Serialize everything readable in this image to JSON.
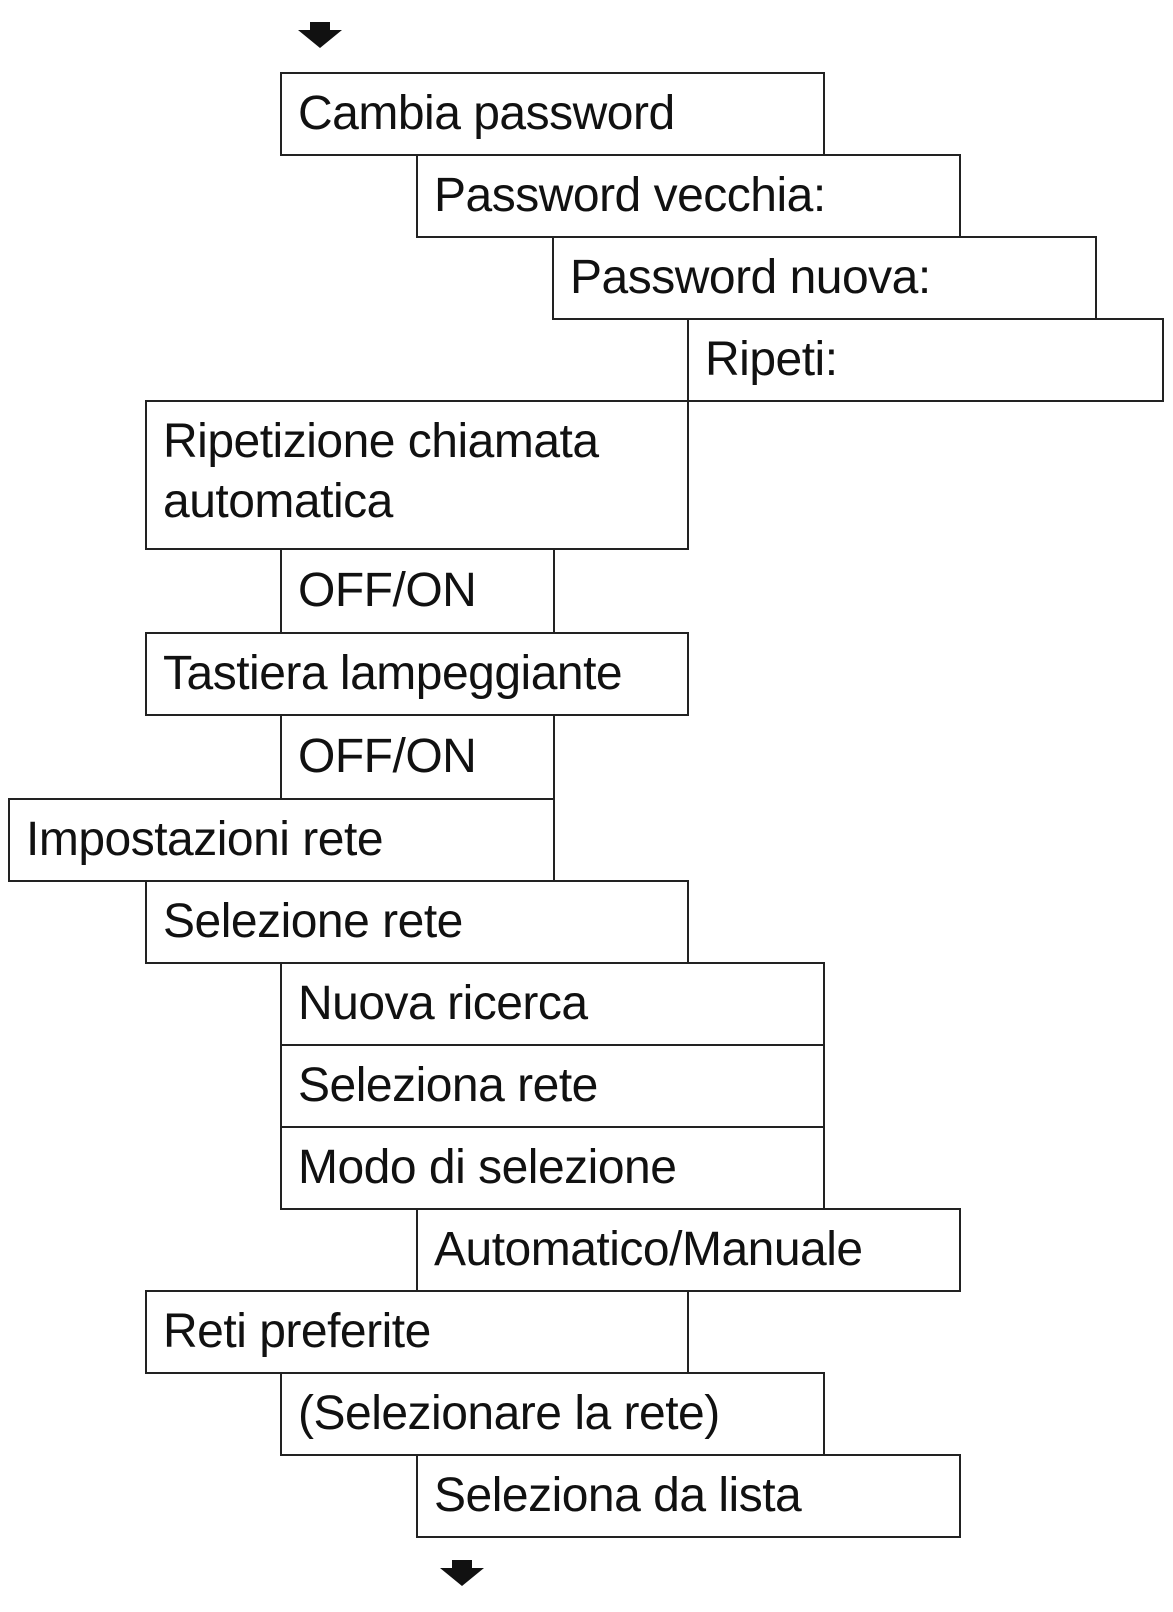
{
  "menu": {
    "items": [
      "Cambia password",
      "Password vecchia:",
      "Password nuova:",
      "Ripeti:",
      "Ripetizione chiamata",
      "automatica",
      "OFF/ON",
      "Tastiera lampeggiante",
      "OFF/ON",
      "Impostazioni rete",
      "Selezione rete",
      "Nuova ricerca",
      "Seleziona rete",
      "Modo di selezione",
      "Automatico/Manuale",
      "Reti preferite",
      "(Selezionare la rete)",
      "Seleziona da lista"
    ]
  },
  "icons": {
    "top_arrow": "arrow-down-icon",
    "bottom_arrow": "arrow-down-icon"
  },
  "colors": {
    "border": "#222222",
    "text": "#111111",
    "background": "#ffffff"
  }
}
